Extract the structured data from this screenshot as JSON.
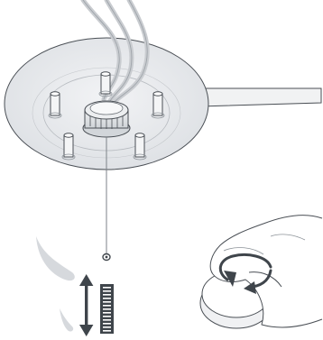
{
  "diagram": {
    "parts": [
      {
        "id": "plate",
        "icon": "round-plate"
      },
      {
        "id": "handle",
        "icon": "flat-handle"
      },
      {
        "id": "tubes",
        "icon": "tubing-bundle"
      },
      {
        "id": "posts",
        "icon": "support-post",
        "count": 5
      },
      {
        "id": "hub",
        "icon": "central-hub"
      },
      {
        "id": "cable",
        "icon": "hanging-cable"
      },
      {
        "id": "drops",
        "icon": "droplet",
        "count": 2
      },
      {
        "id": "gauge",
        "icon": "graduated-scale"
      },
      {
        "id": "arrow",
        "icon": "double-arrow"
      },
      {
        "id": "hand",
        "icon": "hand-turning-knob"
      },
      {
        "id": "rotation",
        "icon": "circular-arrow"
      }
    ],
    "colors": {
      "line": "#4a4f55",
      "plate": "#e4e7ea",
      "handle": "#f1f2f3",
      "tube": "#c9ccd0",
      "post": "#f4f5f6",
      "drop": "#d6d9dd",
      "gauge": "#3f454b"
    }
  }
}
